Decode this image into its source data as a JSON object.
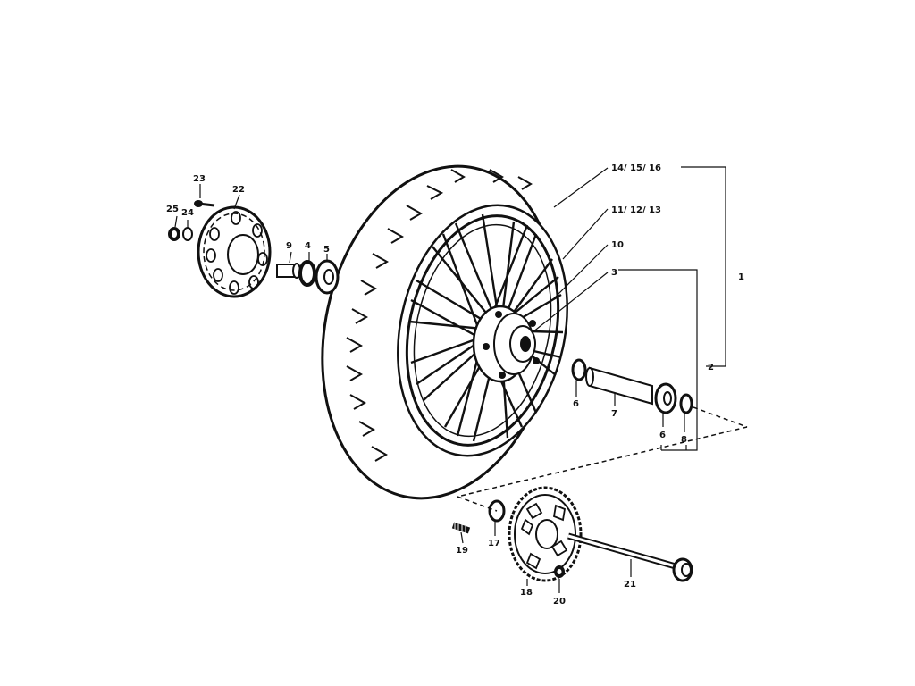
{
  "diagram": {
    "labels": {
      "l1": "1",
      "l2": "2",
      "l3": "3",
      "l4": "4",
      "l5": "5",
      "l6a": "6",
      "l6b": "6",
      "l7": "7",
      "l8": "8",
      "l9": "9",
      "l10": "10",
      "l11_13": "11/ 12/ 13",
      "l14_16": "14/ 15/ 16",
      "l17": "17",
      "l18": "18",
      "l19": "19",
      "l20": "20",
      "l21": "21",
      "l22": "22",
      "l23": "23",
      "l24": "24",
      "l25": "25"
    }
  }
}
